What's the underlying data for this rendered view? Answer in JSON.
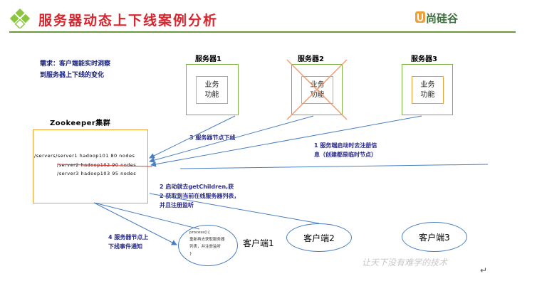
{
  "title": "服务器动态上下线案例分析",
  "brand": "尚硅谷",
  "requirement": [
    "需求：客户端能实时洞察",
    "到服务器上下线的变化"
  ],
  "servers": [
    {
      "label": "服务器1",
      "func": [
        "业务",
        "功能"
      ],
      "offline": false
    },
    {
      "label": "服务器2",
      "func": [
        "业务",
        "功能"
      ],
      "offline": true
    },
    {
      "label": "服务器3",
      "func": [
        "业务",
        "功能"
      ],
      "offline": false
    }
  ],
  "zookeeper": {
    "label": "Zookeeper集群",
    "nodes": [
      "/servers/server1 hadoop101 80 nodes",
      "/server2 hadoop102 90 nodes",
      "/server3 hadoop103 95 nodes"
    ]
  },
  "notes": {
    "register": [
      "1 服务端启动时去注册信",
      "息（创建都是临时节点）"
    ],
    "offline": "3 服务器节点下线",
    "get_children": [
      "2 获取到当前在线服务器列表，",
      "并且注册监听"
    ],
    "get_children_prefix": "2 启动就去getChildren,获",
    "notify": [
      "4 服务器节点上",
      "下线事件通知"
    ]
  },
  "clients": [
    "客户端1",
    "客户端2",
    "客户端3"
  ],
  "client_code": [
    "process(){",
    "重新再去获取服务器",
    "列表，并注册监听",
    "}"
  ],
  "watermark": "让天下没有难学的技术",
  "return_mark": "↵",
  "colors": {
    "title": "#d8262f",
    "accent": "#6c9a3a",
    "server_border": "#7cb342",
    "zk_border": "#f0a030",
    "arrow": "#4a7fc1",
    "cross": "#f0a070",
    "client_border": "#4a7fc1"
  }
}
